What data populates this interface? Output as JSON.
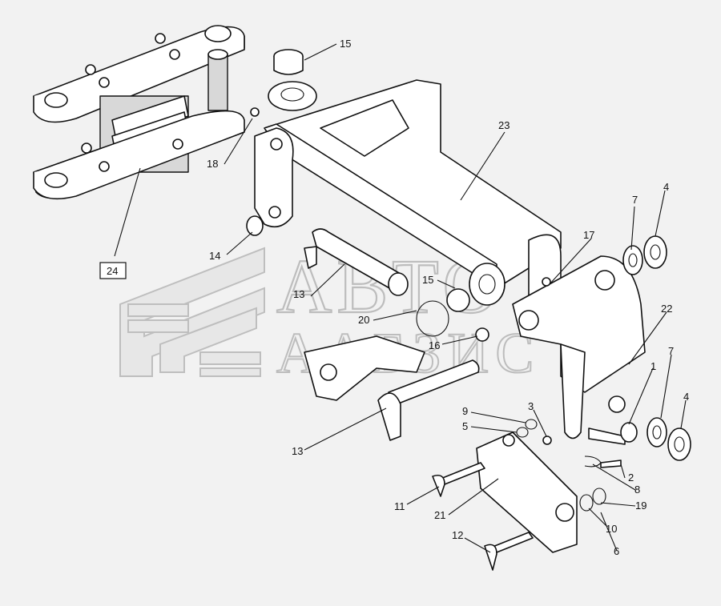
{
  "watermark": {
    "line1": "АВТО",
    "line2": "ААБЗИС"
  },
  "callouts": [
    {
      "id": "c15a",
      "label": "15"
    },
    {
      "id": "c18",
      "label": "18"
    },
    {
      "id": "c23",
      "label": "23"
    },
    {
      "id": "c24",
      "label": "24"
    },
    {
      "id": "c14",
      "label": "14"
    },
    {
      "id": "c13a",
      "label": "13"
    },
    {
      "id": "c15b",
      "label": "15"
    },
    {
      "id": "c17",
      "label": "17"
    },
    {
      "id": "c7a",
      "label": "7"
    },
    {
      "id": "c4a",
      "label": "4"
    },
    {
      "id": "c20",
      "label": "20"
    },
    {
      "id": "c16",
      "label": "16"
    },
    {
      "id": "c22",
      "label": "22"
    },
    {
      "id": "c1",
      "label": "1"
    },
    {
      "id": "c7b",
      "label": "7"
    },
    {
      "id": "c4b",
      "label": "4"
    },
    {
      "id": "c9",
      "label": "9"
    },
    {
      "id": "c5",
      "label": "5"
    },
    {
      "id": "c3",
      "label": "3"
    },
    {
      "id": "c13b",
      "label": "13"
    },
    {
      "id": "c2",
      "label": "2"
    },
    {
      "id": "c8",
      "label": "8"
    },
    {
      "id": "c19",
      "label": "19"
    },
    {
      "id": "c11",
      "label": "11"
    },
    {
      "id": "c21",
      "label": "21"
    },
    {
      "id": "c10",
      "label": "10"
    },
    {
      "id": "c12",
      "label": "12"
    },
    {
      "id": "c6",
      "label": "6"
    }
  ]
}
